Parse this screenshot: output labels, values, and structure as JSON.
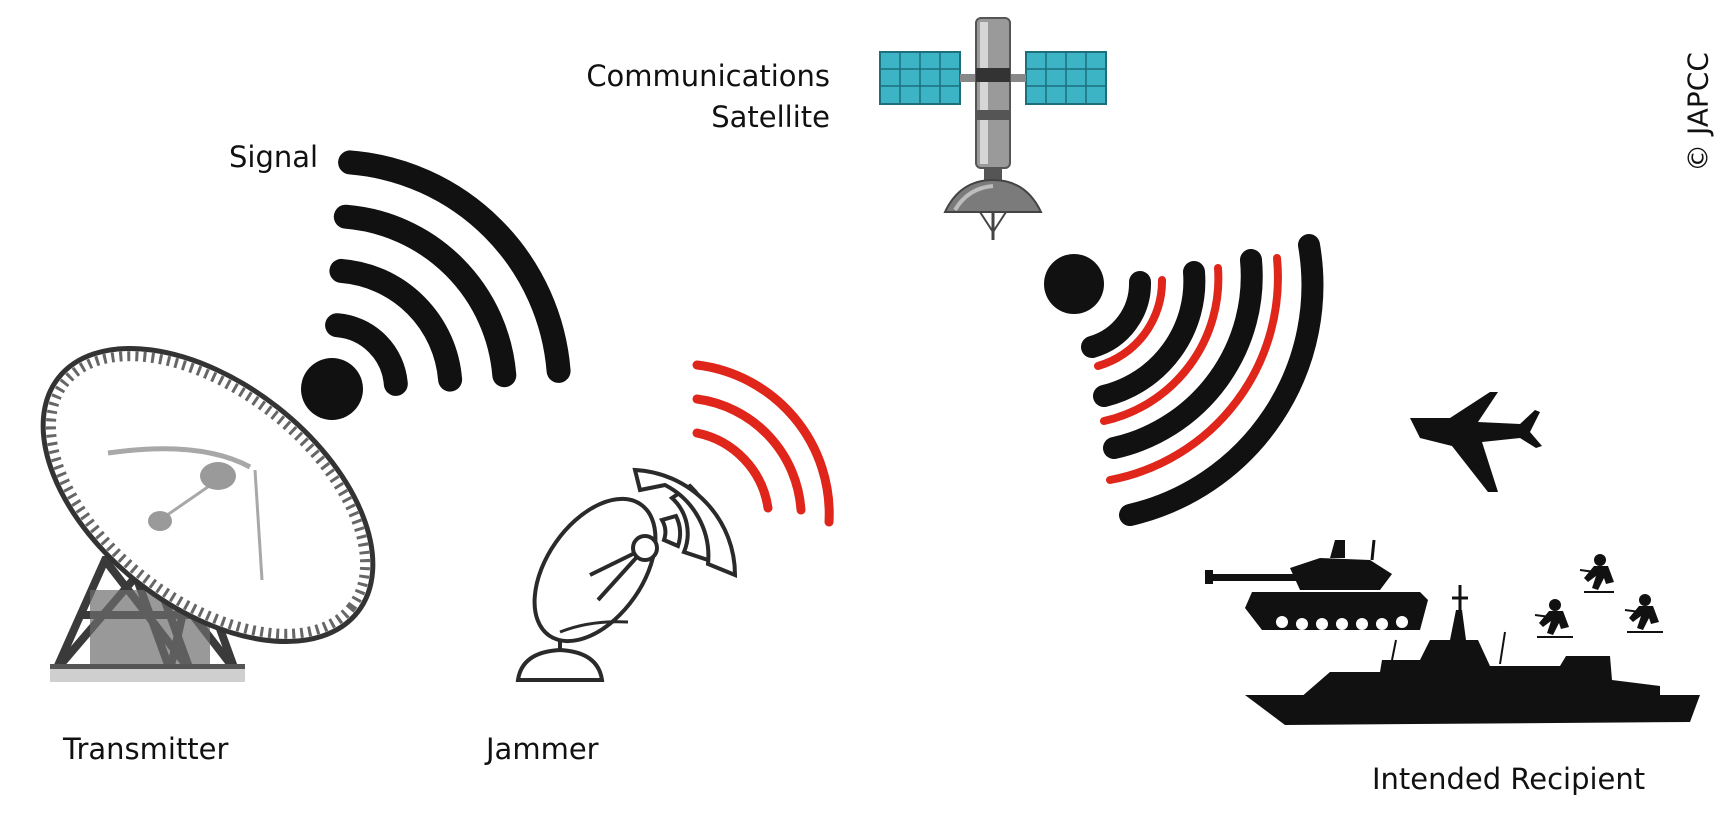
{
  "labels": {
    "satellite_line1": "Communications",
    "satellite_line2": "Satellite",
    "signal": "Signal",
    "transmitter": "Transmitter",
    "jammer": "Jammer",
    "recipient": "Intended Recipient",
    "copyright": "© JAPCC"
  },
  "colors": {
    "signal": "#111111",
    "jamming": "#e0251b",
    "solar_panel": "#3db3c6"
  },
  "icons": [
    "satellite-icon",
    "radio-dish-icon",
    "jammer-dish-icon",
    "fighter-jet-icon",
    "tank-icon",
    "ship-icon",
    "soldier-icon"
  ]
}
